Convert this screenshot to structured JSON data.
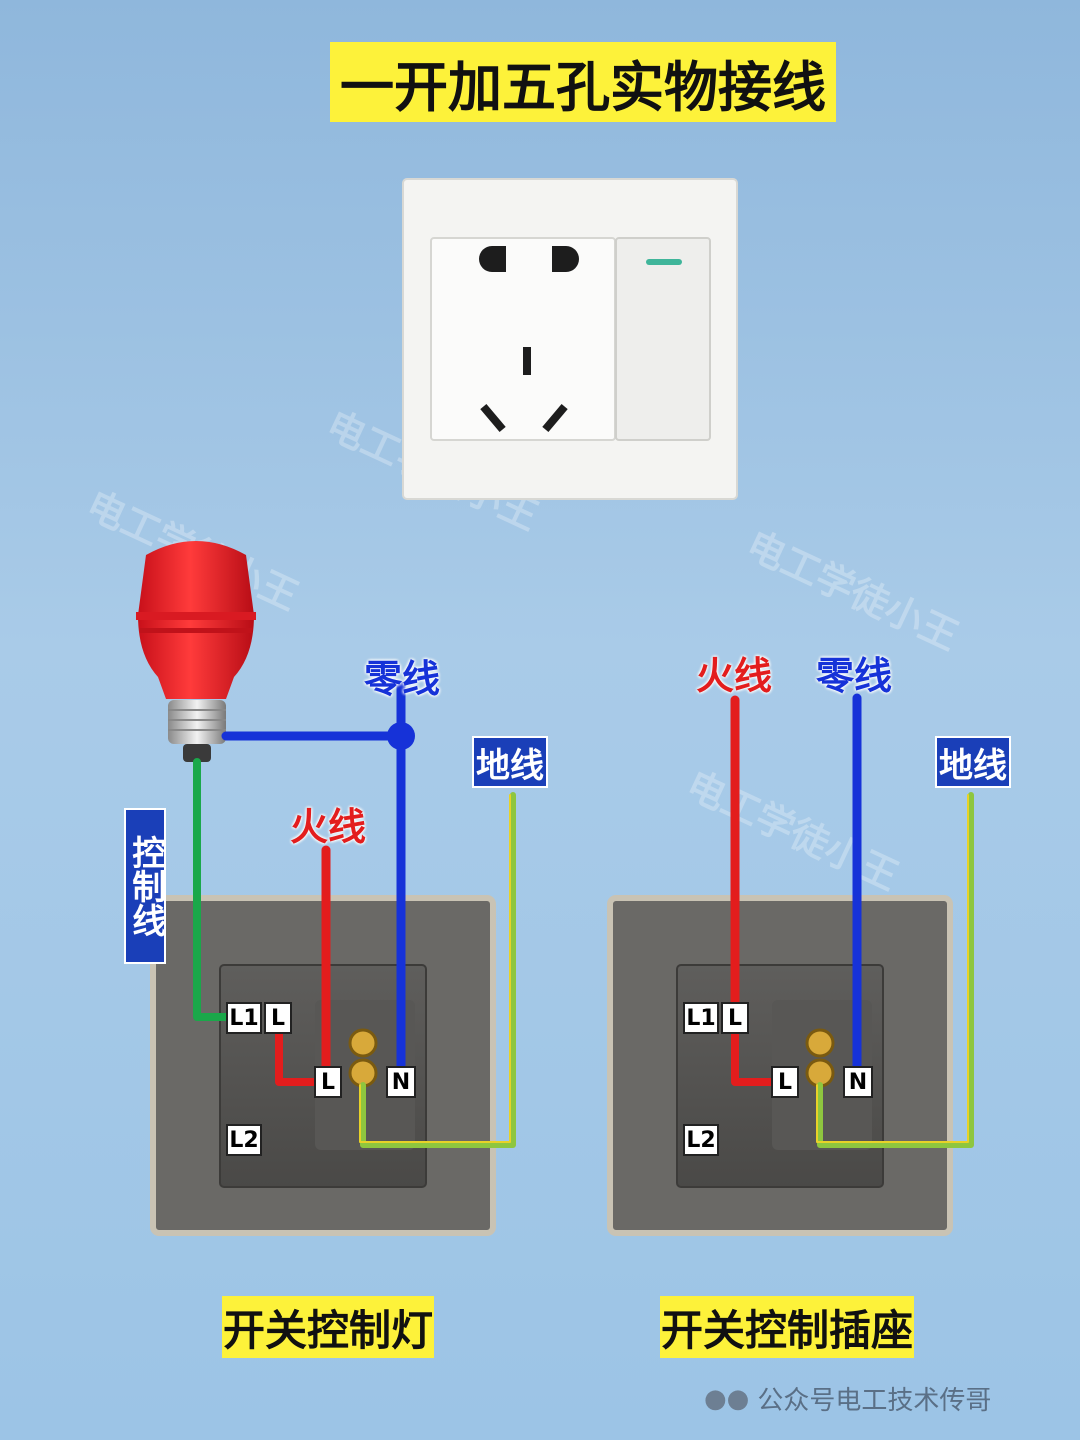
{
  "title": "一开加五孔实物接线",
  "wire_labels": {
    "neutral": "零线",
    "live": "火线",
    "ground": "地线",
    "control": "控制线"
  },
  "terminals": {
    "l1": "L1",
    "l": "L",
    "l2": "L2",
    "n": "N"
  },
  "captions": {
    "left": "开关控制灯",
    "right": "开关控制插座"
  },
  "credit": "公众号电工技术传哥",
  "colors": {
    "live": "#e31d1d",
    "neutral": "#1632d8",
    "ground": "#6cb92a",
    "control": "#1aa84a",
    "label_bg": "#fdf23a",
    "label_box": "#1a3fb8"
  }
}
